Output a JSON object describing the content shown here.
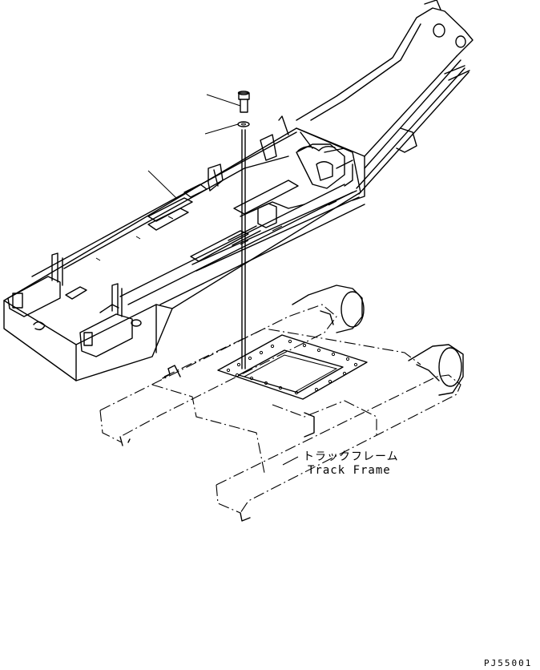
{
  "track_frame_label": {
    "japanese": "トラックフレーム",
    "english": "Track Frame"
  },
  "drawing_code": "PJ55001"
}
